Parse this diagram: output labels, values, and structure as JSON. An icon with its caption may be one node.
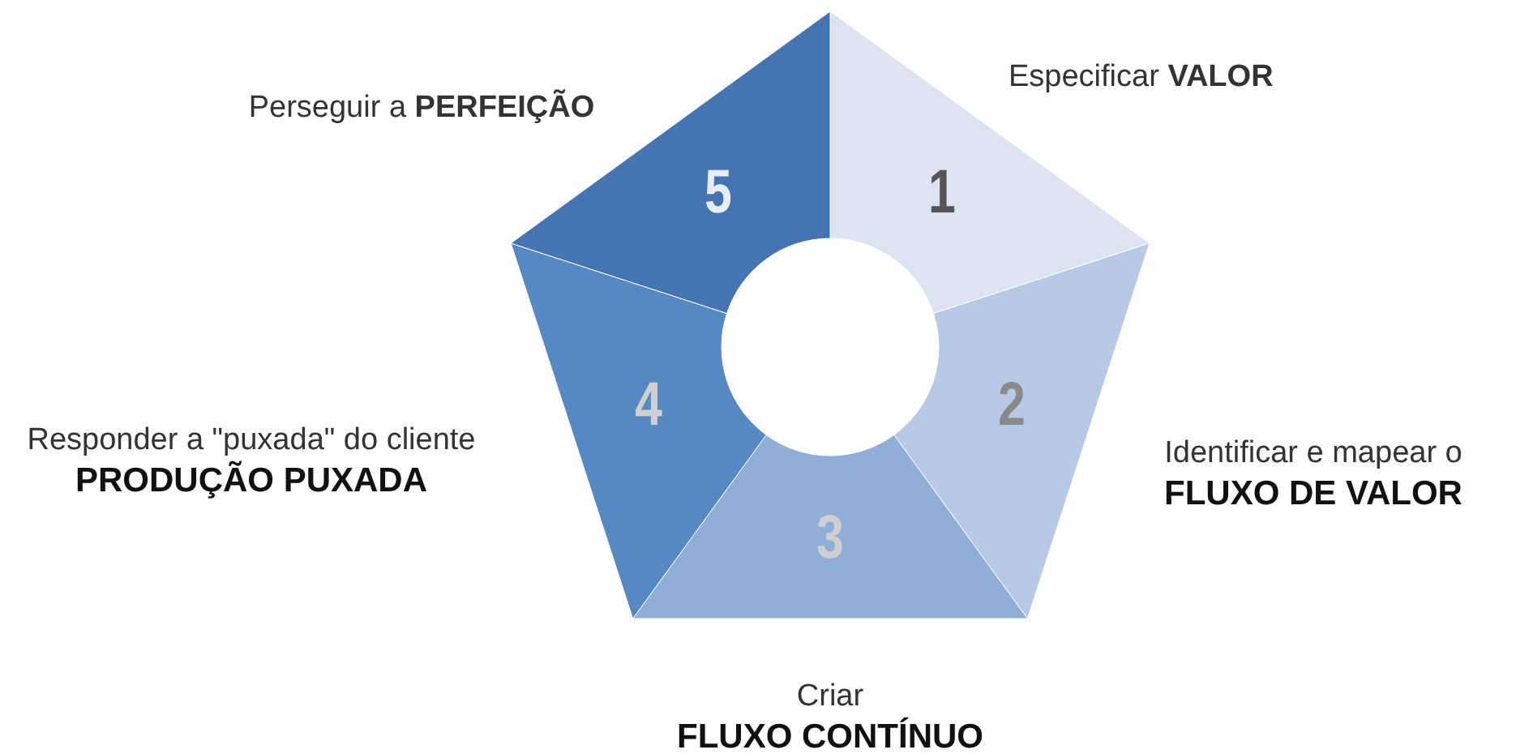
{
  "diagram": {
    "nodes": [
      {
        "text": [
          "1"
        ],
        "beside": [
          "Especificar **VALOR**"
        ]
      },
      {
        "text": [
          "2"
        ],
        "beside": [
          "Identificar e mapear o",
          "FLUXO DE VALOR"
        ]
      },
      {
        "text": [
          "3"
        ],
        "beside": [
          "Criar",
          "FLUXO CONTÍNUO"
        ]
      },
      {
        "text": [
          "4"
        ],
        "beside": [
          "Responder a \"puxada\" do cliente",
          "PRODUÇÃO PUXADA"
        ]
      },
      {
        "text": [
          "5"
        ],
        "beside": [
          "Perseguir a **PERFEIÇÃO**"
        ]
      }
    ]
  }
}
